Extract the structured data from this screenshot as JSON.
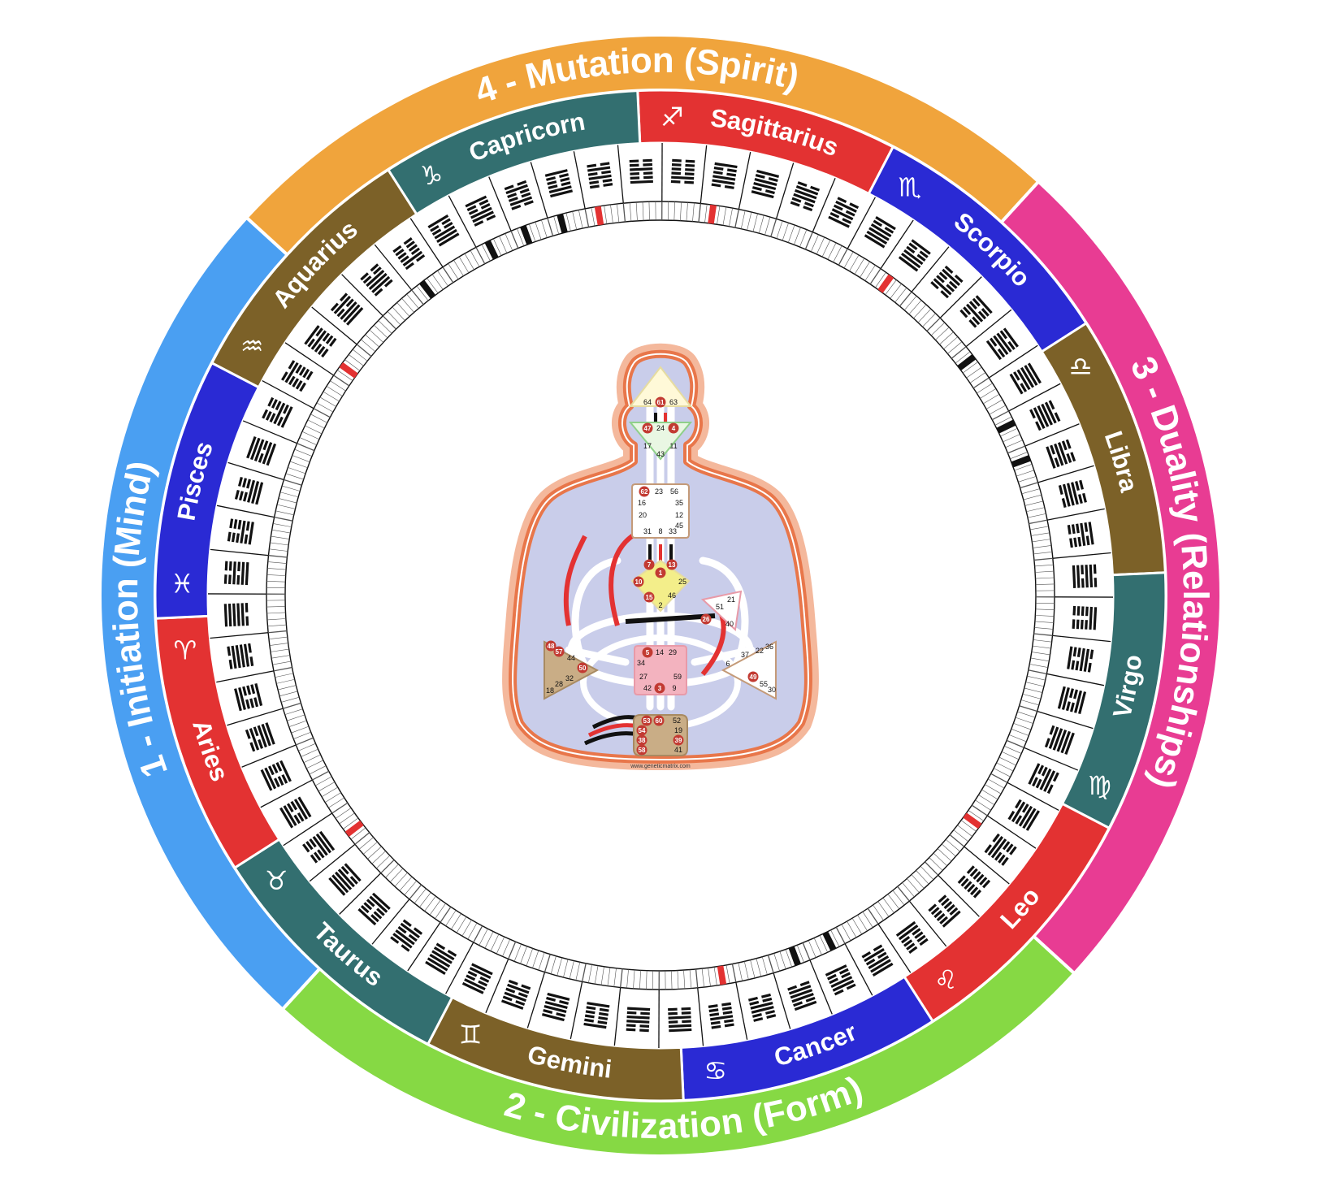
{
  "colors": {
    "quarter_initiation": "#4a9ff2",
    "quarter_civilization": "#86d944",
    "quarter_duality": "#e83c93",
    "quarter_mutation": "#f0a43c",
    "sign_red": "#e33232",
    "sign_teal": "#336f70",
    "sign_brown": "#7c6128",
    "sign_blue": "#2a2ad4",
    "hl_yellow": "#eef27c",
    "hl_pink": "#f2aabb",
    "hl_tan": "#c9ad86",
    "planet_red": "#e33232",
    "planet_black": "#111111",
    "body_fill": "#c9cdea",
    "body_outline": "#e8764a"
  },
  "quarters": [
    {
      "label": "1 - Initiation (Mind)",
      "color": "#4a9ff2",
      "start": 225,
      "end": 315
    },
    {
      "label": "2 - Civilization (Form)",
      "color": "#86d944",
      "start": 135,
      "end": 225
    },
    {
      "label": "3 - Duality (Relationships)",
      "color": "#e83c93",
      "start": 45,
      "end": 135
    },
    {
      "label": "4 - Mutation (Spirit)",
      "color": "#f0a43c",
      "start": 315,
      "end": 405
    }
  ],
  "signs": [
    {
      "name": "Sagittarius",
      "symbol": "♐",
      "color": "#e33232",
      "start": 0,
      "end": 30
    },
    {
      "name": "Scorpio",
      "symbol": "♏",
      "color": "#2a2ad4",
      "start": 30,
      "end": 60
    },
    {
      "name": "Libra",
      "symbol": "♎",
      "color": "#7c6128",
      "start": 60,
      "end": 90
    },
    {
      "name": "Virgo",
      "symbol": "♍",
      "color": "#336f70",
      "start": 90,
      "end": 120
    },
    {
      "name": "Leo",
      "symbol": "♌",
      "color": "#e33232",
      "start": 120,
      "end": 150
    },
    {
      "name": "Cancer",
      "symbol": "♋",
      "color": "#2a2ad4",
      "start": 150,
      "end": 180
    },
    {
      "name": "Gemini",
      "symbol": "♊",
      "color": "#7c6128",
      "start": 180,
      "end": 210
    },
    {
      "name": "Taurus",
      "symbol": "♉",
      "color": "#336f70",
      "start": 210,
      "end": 240
    },
    {
      "name": "Aries",
      "symbol": "♈",
      "color": "#e33232",
      "start": 240,
      "end": 270
    },
    {
      "name": "Pisces",
      "symbol": "♓",
      "color": "#2a2ad4",
      "start": 270,
      "end": 300
    },
    {
      "name": "Aquarius",
      "symbol": "♒",
      "color": "#7c6128",
      "start": 300,
      "end": 330
    },
    {
      "name": "Capricorn",
      "symbol": "♑",
      "color": "#336f70",
      "start": 330,
      "end": 360
    }
  ],
  "gates": [
    11,
    26,
    5,
    9,
    34,
    14,
    43,
    1,
    44,
    28,
    50,
    32,
    57,
    48,
    18,
    46,
    6,
    47,
    64,
    40,
    59,
    29,
    4,
    7,
    33,
    31,
    56,
    62,
    53,
    39,
    52,
    15,
    12,
    45,
    35,
    16,
    20,
    8,
    23,
    2,
    24,
    27,
    3,
    42,
    51,
    21,
    17,
    25,
    36,
    22,
    63,
    37,
    55,
    30,
    49,
    13,
    19,
    41,
    60,
    61,
    54,
    38,
    58,
    10
  ],
  "highlights": [
    {
      "gate": 5,
      "color": "pink"
    },
    {
      "gate": 1,
      "color": "yellow"
    },
    {
      "gate": 50,
      "color": "tan"
    },
    {
      "gate": 57,
      "color": "tan"
    },
    {
      "gate": 48,
      "color": "tan"
    },
    {
      "gate": 7,
      "color": "yellow"
    },
    {
      "gate": 53,
      "color": "tan"
    },
    {
      "gate": 39,
      "color": "tan"
    },
    {
      "gate": 15,
      "color": "yellow"
    },
    {
      "gate": 3,
      "color": "pink"
    },
    {
      "gate": 13,
      "color": "yellow"
    },
    {
      "gate": 60,
      "color": "tan"
    },
    {
      "gate": 54,
      "color": "tan"
    },
    {
      "gate": 38,
      "color": "tan"
    },
    {
      "gate": 58,
      "color": "tan"
    },
    {
      "gate": 10,
      "color": "yellow"
    }
  ],
  "planets": [
    {
      "gate": 26,
      "symbol": "♂",
      "color": "#aaaaaa",
      "slot": 0
    },
    {
      "gate": 5,
      "symbol": "♀",
      "color": "#e33232",
      "slot": 0
    },
    {
      "gate": 1,
      "symbol": "♇",
      "color": "#e33232",
      "slot": 0
    },
    {
      "gate": 1,
      "symbol": "♇",
      "color": "#111111",
      "slot": 1
    },
    {
      "gate": 44,
      "symbol": "☾",
      "color": "#aaaaaa",
      "slot": 0
    },
    {
      "gate": 50,
      "symbol": "☉",
      "color": "#e33232",
      "slot": 0
    },
    {
      "gate": 50,
      "symbol": "☊",
      "color": "#e33232",
      "slot": 1
    },
    {
      "gate": 57,
      "symbol": "♂",
      "color": "#e33232",
      "slot": 0
    },
    {
      "gate": 48,
      "symbol": "☿",
      "color": "#e33232",
      "slot": 0
    },
    {
      "gate": 47,
      "symbol": "☾",
      "color": "#aaaaaa",
      "slot": 0
    },
    {
      "gate": 4,
      "symbol": "☊",
      "color": "#e33232",
      "slot": 0
    },
    {
      "gate": 7,
      "symbol": "☊",
      "color": "#111111",
      "slot": 0
    },
    {
      "gate": 62,
      "symbol": "⊕",
      "color": "#aaaaaa",
      "slot": 0
    },
    {
      "gate": 53,
      "symbol": "☾",
      "color": "#e33232",
      "slot": 0
    },
    {
      "gate": 53,
      "symbol": "☿",
      "color": "#e33232",
      "slot": 1
    },
    {
      "gate": 39,
      "symbol": "♃",
      "color": "#e33232",
      "slot": 0
    },
    {
      "gate": 39,
      "symbol": "☿",
      "color": "#111111",
      "slot": 1
    },
    {
      "gate": 15,
      "symbol": "♃",
      "color": "#111111",
      "slot": 0
    },
    {
      "gate": 3,
      "symbol": "⊕",
      "color": "#e33232",
      "slot": 0
    },
    {
      "gate": 49,
      "symbol": "☋",
      "color": "#e33232",
      "slot": 0
    },
    {
      "gate": 13,
      "symbol": "☊",
      "color": "#111111",
      "slot": 0
    },
    {
      "gate": 60,
      "symbol": "♀",
      "color": "#111111",
      "slot": 0
    },
    {
      "gate": 61,
      "symbol": "⊚",
      "color": "#aaaaaa",
      "slot": 0
    },
    {
      "gate": 54,
      "symbol": "♄",
      "color": "#111111",
      "slot": 0
    },
    {
      "gate": 38,
      "symbol": "♆",
      "color": "#e33232",
      "slot": 0
    },
    {
      "gate": 38,
      "symbol": "☿",
      "color": "#111111",
      "slot": 1
    },
    {
      "gate": 38,
      "symbol": "♆",
      "color": "#111111",
      "slot": 2
    },
    {
      "gate": 58,
      "symbol": "♄",
      "color": "#e33232",
      "slot": 0
    },
    {
      "gate": 58,
      "symbol": "♅",
      "color": "#111111",
      "slot": 1
    },
    {
      "gate": 10,
      "symbol": "♅",
      "color": "#e33232",
      "slot": 0
    }
  ],
  "centers": {
    "head": [
      "64",
      "61",
      "63"
    ],
    "ajna": [
      "47",
      "24",
      "4",
      "17",
      "11",
      "43"
    ],
    "throat": [
      "62",
      "23",
      "56",
      "16",
      "35",
      "20",
      "12",
      "45",
      "31",
      "8",
      "33"
    ],
    "g": [
      "7",
      "1",
      "13",
      "10",
      "25",
      "15",
      "2",
      "46"
    ],
    "ego": [
      "21",
      "51",
      "26",
      "40"
    ],
    "spleen": [
      "48",
      "57",
      "44",
      "50",
      "32",
      "28",
      "18"
    ],
    "sacral": [
      "5",
      "14",
      "29",
      "34",
      "27",
      "42",
      "3",
      "9",
      "59"
    ],
    "solar": [
      "6",
      "37",
      "22",
      "36",
      "49",
      "55",
      "30"
    ],
    "root": [
      "53",
      "60",
      "52",
      "54",
      "19",
      "38",
      "39",
      "58",
      "41"
    ]
  },
  "footer": {
    "site": "www.geneticmatrix.com"
  }
}
